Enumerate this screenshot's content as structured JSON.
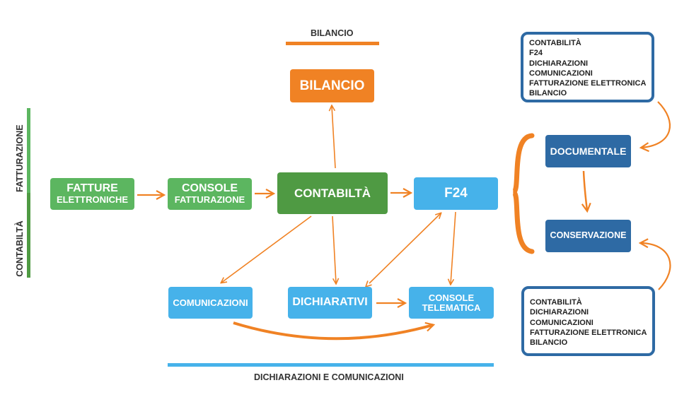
{
  "captions": {
    "top": "BILANCIO",
    "bottom": "DICHIARAZIONI E COMUNICAZIONI",
    "left_top": "FATTURAZIONE",
    "left_bottom": "CONTABILTÀ"
  },
  "nodes": {
    "fatture": {
      "line1": "FATTURE",
      "line2": "ELETTRONICHE"
    },
    "console_fatt": {
      "line1": "CONSOLE",
      "line2": "FATTURAZIONE"
    },
    "contabilita": {
      "label": "CONTABILTÀ"
    },
    "bilancio": {
      "label": "BILANCIO"
    },
    "f24": {
      "label": "F24"
    },
    "comunicazioni": {
      "label": "COMUNICAZIONI"
    },
    "dichiarativi": {
      "label": "DICHIARATIVI"
    },
    "console_tel": {
      "line1": "CONSOLE",
      "line2": "TELEMATICA"
    },
    "documentale": {
      "label": "DOCUMENTALE"
    },
    "conservazione": {
      "label": "CONSERVAZIONE"
    }
  },
  "lists": {
    "top": [
      "CONTABILITÀ",
      "F24",
      "DICHIARAZIONI",
      "COMUNICAZIONI",
      "FATTURAZIONE ELETTRONICA",
      "BILANCIO"
    ],
    "bottom": [
      "CONTABILITÀ",
      "DICHIARAZIONI",
      "COMUNICAZIONI",
      "FATTURAZIONE ELETTRONICA",
      "BILANCIO"
    ]
  },
  "colors": {
    "green": "#5cb660",
    "dark_green": "#4f9a43",
    "orange": "#f08224",
    "light_blue": "#46b2ea",
    "dark_blue": "#2e6aa4"
  }
}
